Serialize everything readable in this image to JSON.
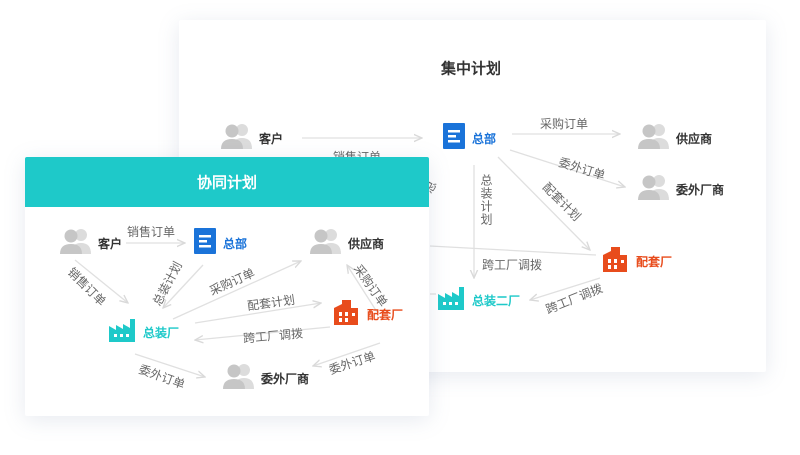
{
  "central": {
    "title": "集中计划",
    "nodes": {
      "customer": "客户",
      "hq": "总部",
      "supplier": "供应商",
      "outsource": "委外厂商",
      "component_plant": "配套厂",
      "assembly_plant2": "总装二厂"
    },
    "edges": {
      "sales_order": "销售订单",
      "purchase_order": "采购订单",
      "outsource_order": "委外订单",
      "component_plan": "配套计划",
      "assembly_plan": "总装计划",
      "cross_plant": "跨工厂调拨",
      "cross_plant2": "跨工厂调拨",
      "partial": "总"
    }
  },
  "collab": {
    "title": "协同计划",
    "nodes": {
      "customer": "客户",
      "hq": "总部",
      "supplier": "供应商",
      "assembly_plant": "总装厂",
      "component_plant": "配套厂",
      "outsource": "委外厂商"
    },
    "edges": {
      "sales_order_top": "销售订单",
      "sales_order_left": "销售订单",
      "assembly_plan": "总装计划",
      "purchase_order": "采购订单",
      "purchase_order2": "采购订单",
      "component_plan": "配套计划",
      "cross_plant": "跨工厂调拨",
      "outsource_order": "委外订单",
      "outsource_order2": "委外订单"
    }
  },
  "colors": {
    "teal": "#1ec9c9",
    "blue": "#1a73d9",
    "red": "#e84c1c",
    "gray_icon": "#c8c8c8",
    "arrow": "#dcdcdc"
  }
}
